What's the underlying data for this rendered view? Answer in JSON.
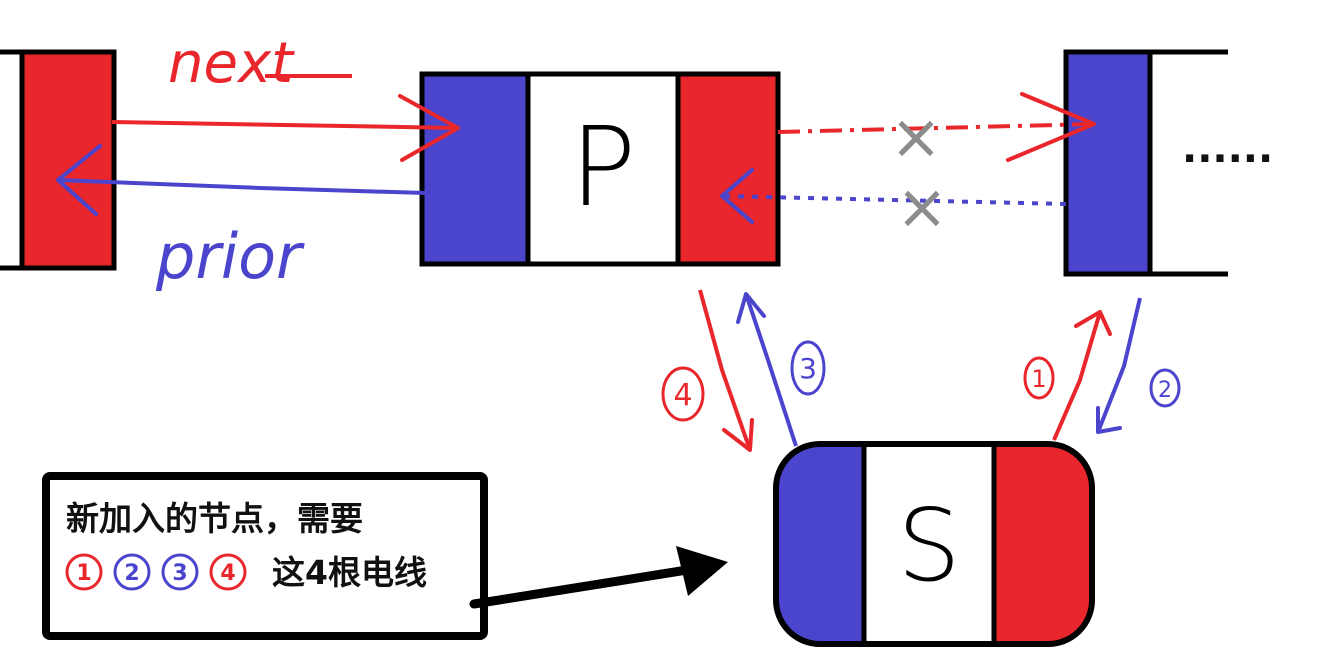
{
  "colors": {
    "next": "#e8262b",
    "prior": "#4a45cc",
    "removed": "#8c8c8c",
    "outline": "#000000"
  },
  "labels": {
    "next": "next",
    "prior": "prior"
  },
  "nodes": {
    "p": {
      "letter": "P"
    },
    "s": {
      "letter": "S"
    }
  },
  "ellipsis": "......",
  "removed_marks": [
    "×",
    "×"
  ],
  "steps": [
    {
      "label": "1",
      "color": "#e8262b"
    },
    {
      "label": "2",
      "color": "#4a45cc"
    },
    {
      "label": "3",
      "color": "#4a45cc"
    },
    {
      "label": "4",
      "color": "#e8262b"
    }
  ],
  "note": {
    "line1": "新加入的节点，需要",
    "circles": [
      {
        "label": "1",
        "color": "#e8262b"
      },
      {
        "label": "2",
        "color": "#4a45cc"
      },
      {
        "label": "3",
        "color": "#4a45cc"
      },
      {
        "label": "4",
        "color": "#e8262b"
      }
    ],
    "line2_suffix": "这4根电线"
  }
}
